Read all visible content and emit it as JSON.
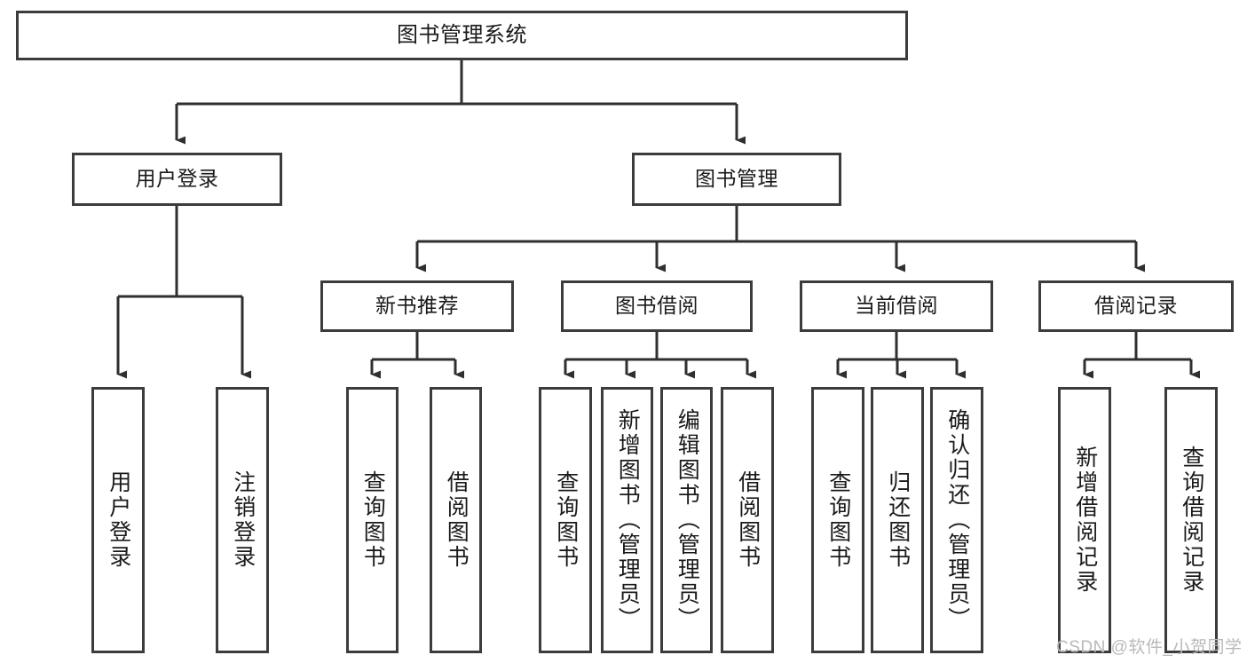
{
  "diagram": {
    "title": "图书管理系统",
    "type": "tree-hierarchy",
    "watermark": "CSDN @软件_小贺同学",
    "colors": {
      "node_border": "#3c3c3c",
      "node_fill": "#ffffff",
      "edge": "#2f2f2f",
      "text": "#1a1a1a",
      "watermark": "#b9b9b9",
      "background": "#ffffff"
    }
  },
  "nodes": {
    "root": {
      "label": "图书管理系统"
    },
    "level1": [
      {
        "id": "user-login",
        "label": "用户登录"
      },
      {
        "id": "book-management",
        "label": "图书管理"
      }
    ],
    "level2": [
      {
        "id": "new-book-recommend",
        "label": "新书推荐"
      },
      {
        "id": "book-borrow",
        "label": "图书借阅"
      },
      {
        "id": "current-borrow",
        "label": "当前借阅"
      },
      {
        "id": "borrow-record",
        "label": "借阅记录"
      }
    ],
    "leaves": {
      "user_login": [
        {
          "id": "leaf-user-login",
          "label": "用户登录"
        },
        {
          "id": "leaf-logout-login",
          "label": "注销登录"
        }
      ],
      "new_book_recommend": [
        {
          "id": "leaf-query-book-1",
          "label": "查询图书"
        },
        {
          "id": "leaf-borrow-book-1",
          "label": "借阅图书"
        }
      ],
      "book_borrow": [
        {
          "id": "leaf-query-book-2",
          "label": "查询图书"
        },
        {
          "id": "leaf-add-book",
          "label": "新增图书（管理员）"
        },
        {
          "id": "leaf-edit-book",
          "label": "编辑图书（管理员）"
        },
        {
          "id": "leaf-borrow-book-2",
          "label": "借阅图书"
        }
      ],
      "current_borrow": [
        {
          "id": "leaf-query-book-3",
          "label": "查询图书"
        },
        {
          "id": "leaf-return-book",
          "label": "归还图书"
        },
        {
          "id": "leaf-confirm-return",
          "label": "确认归还（管理员）"
        }
      ],
      "borrow_record": [
        {
          "id": "leaf-add-record",
          "label": "新增借阅记录"
        },
        {
          "id": "leaf-query-record",
          "label": "查询借阅记录"
        }
      ]
    }
  }
}
